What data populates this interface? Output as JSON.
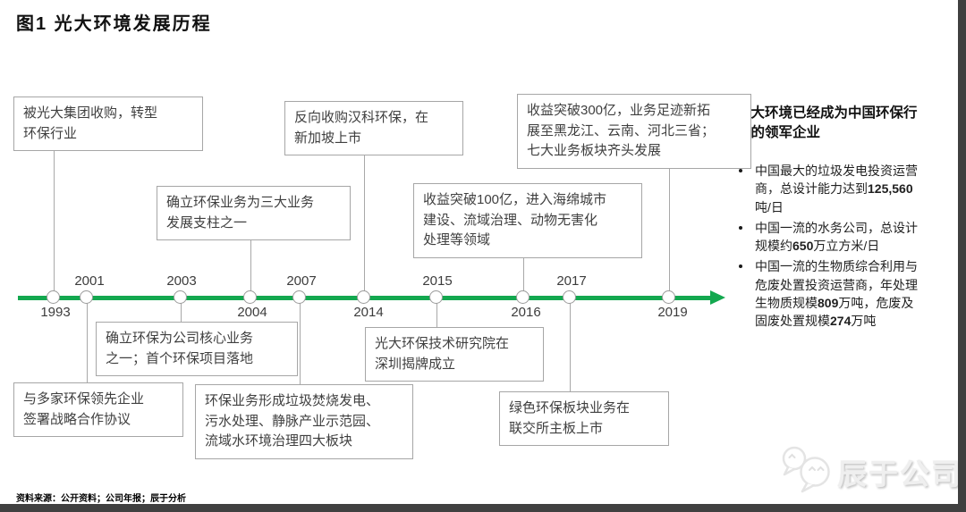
{
  "title": "图1  光大环境发展历程",
  "colors": {
    "timeline_green": "#13a84f",
    "box_border": "#a6a6a6",
    "connector_gray": "#a8a8a8",
    "edge_strip": "#404040"
  },
  "timeline": {
    "events": [
      {
        "year": "1993",
        "text": "被光大集团收购，转型\n环保行业"
      },
      {
        "year": "2001",
        "text": "与多家环保领先企业\n签署战略合作协议"
      },
      {
        "year": "2003",
        "text": "确立环保为公司核心业务\n之一；首个环保项目落地"
      },
      {
        "year": "2004",
        "text": "确立环保业务为三大业务\n发展支柱之一"
      },
      {
        "year": "2007",
        "text": "环保业务形成垃圾焚烧发电、\n污水处理、静脉产业示范园、\n流域水环境治理四大板块"
      },
      {
        "year": "2014",
        "text": "反向收购汉科环保，在\n新加坡上市"
      },
      {
        "year": "2015",
        "text": "光大环保技术研究院在\n深圳揭牌成立"
      },
      {
        "year": "2016",
        "text": "收益突破100亿，进入海绵城市\n建设、流域治理、动物无害化\n处理等领域"
      },
      {
        "year": "2017",
        "text": "绿色环保板块业务在\n联交所主板上市"
      },
      {
        "year": "2019",
        "text": "收益突破300亿，业务足迹新拓\n展至黑龙江、云南、河北三省；\n七大业务板块齐头发展"
      }
    ]
  },
  "right_panel": {
    "heading": "光大环境已经成为中国环保行\n业的领军企业",
    "bullets": [
      {
        "segments": [
          {
            "t": "中国最大的垃圾发电投资运营商，总设计能力达到"
          },
          {
            "t": "125,560",
            "b": true
          },
          {
            "t": " 吨/日"
          }
        ]
      },
      {
        "segments": [
          {
            "t": "中国一流的水务公司，总设计规模约"
          },
          {
            "t": "650",
            "b": true
          },
          {
            "t": "万立方米/日"
          }
        ]
      },
      {
        "segments": [
          {
            "t": "中国一流的生物质综合利用与危废处置投资运营商，年处理生物质规模"
          },
          {
            "t": "809",
            "b": true
          },
          {
            "t": "万吨，危废及固废处置规模"
          },
          {
            "t": "274",
            "b": true
          },
          {
            "t": "万吨"
          }
        ]
      }
    ]
  },
  "footer": {
    "source": "资料来源：公开资料；公司年报；辰于分析"
  },
  "logo": {
    "name": "辰于公司"
  }
}
